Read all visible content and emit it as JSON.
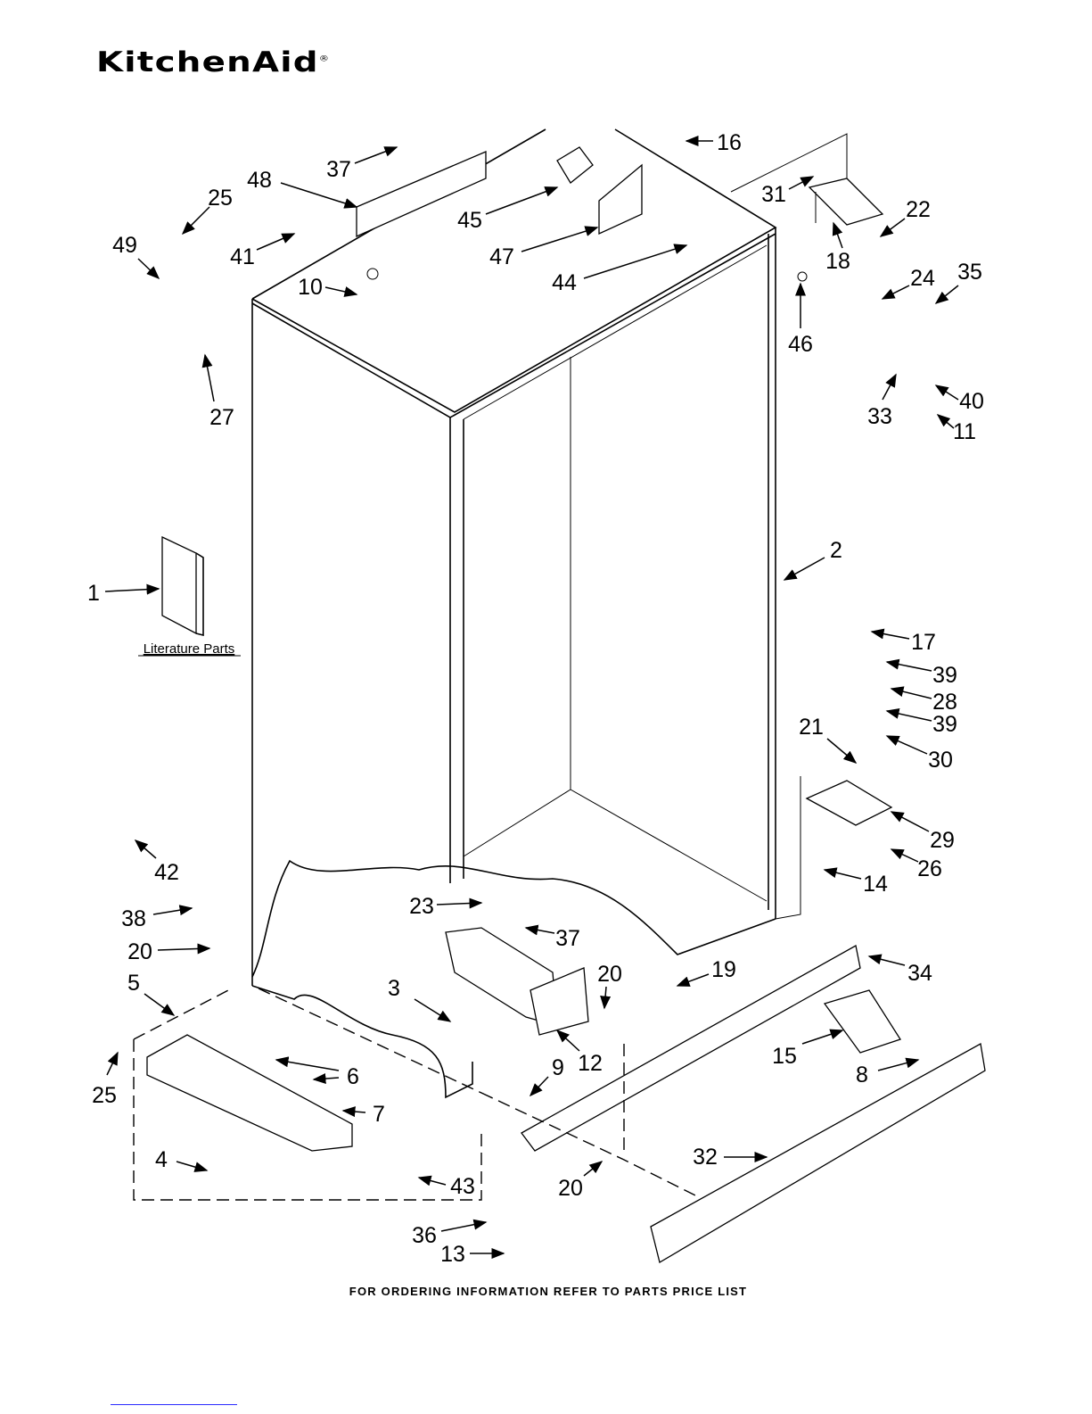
{
  "header": {
    "logo_text": "KitchenAid",
    "logo_mark": "®"
  },
  "diagram": {
    "literature_label": "Literature Parts",
    "footer": "FOR ORDERING INFORMATION REFER TO PARTS PRICE LIST",
    "callouts": [
      "37",
      "48",
      "25",
      "49",
      "41",
      "10",
      "27",
      "45",
      "47",
      "44",
      "16",
      "31",
      "22",
      "18",
      "24",
      "35",
      "46",
      "33",
      "40",
      "11",
      "2",
      "1",
      "17",
      "39",
      "28",
      "39",
      "30",
      "21",
      "29",
      "26",
      "14",
      "42",
      "38",
      "20",
      "23",
      "37",
      "20",
      "19",
      "34",
      "5",
      "3",
      "12",
      "15",
      "8",
      "9",
      "6",
      "7",
      "25",
      "4",
      "43",
      "32",
      "20",
      "36",
      "13"
    ]
  }
}
